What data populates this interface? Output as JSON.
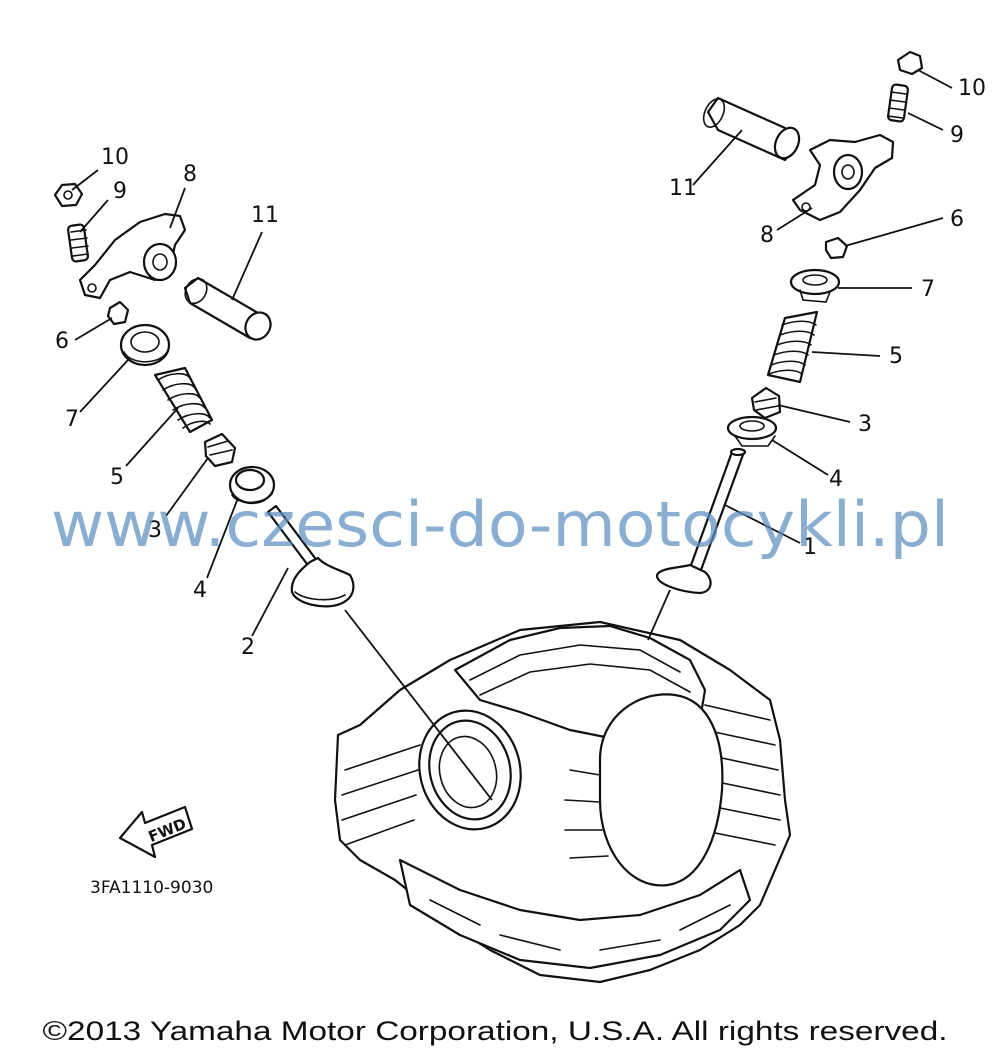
{
  "callouts": {
    "l10": "10",
    "l9": "9",
    "l8": "8",
    "l11": "11",
    "l6": "6",
    "l7": "7",
    "l5": "5",
    "l3": "3",
    "l4": "4",
    "l2": "2",
    "r10": "10",
    "r9": "9",
    "r11": "11",
    "r8": "8",
    "r6": "6",
    "r7": "7",
    "r5": "5",
    "r3": "3",
    "r4": "4",
    "r1": "1"
  },
  "fwd_label": "FWD",
  "part_code": "3FA1110-9030",
  "watermark": "www.czesci-do-motocykli.pl",
  "copyright": "©2013 Yamaha Motor Corporation, U.S.A. All rights reserved.",
  "colors": {
    "line": "#111111",
    "watermark": "#5b8fc0",
    "background": "#ffffff"
  }
}
